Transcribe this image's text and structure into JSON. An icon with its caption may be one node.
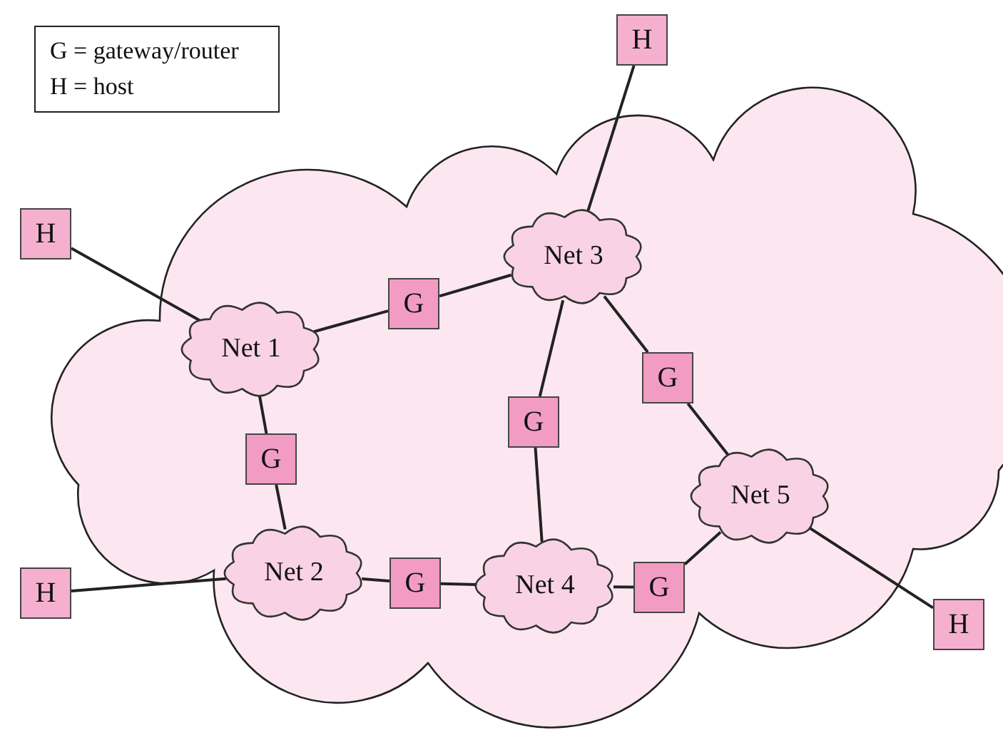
{
  "diagram": {
    "nodes": [
      {
        "text": [
          "H"
        ]
      },
      {
        "text": [
          "H"
        ]
      },
      {
        "text": [
          "Net 3"
        ]
      },
      {
        "text": [
          "G"
        ]
      },
      {
        "text": [
          "Net 1"
        ]
      },
      {
        "text": [
          "G"
        ]
      },
      {
        "text": [
          "G"
        ]
      },
      {
        "text": [
          "G"
        ]
      },
      {
        "text": [
          "Net 5"
        ]
      },
      {
        "text": [
          "Net 2"
        ]
      },
      {
        "text": [
          "H"
        ]
      },
      {
        "text": [
          "G"
        ]
      },
      {
        "text": [
          "Net 4"
        ]
      },
      {
        "text": [
          "G"
        ]
      },
      {
        "text": [
          "H"
        ]
      }
    ],
    "edges": [
      {
        "from": 0,
        "to": 2,
        "arrow": "none"
      },
      {
        "from": 1,
        "to": 4,
        "arrow": "none"
      },
      {
        "from": 4,
        "to": 3,
        "arrow": "none"
      },
      {
        "from": 3,
        "to": 2,
        "arrow": "none"
      },
      {
        "from": 2,
        "to": 6,
        "arrow": "none"
      },
      {
        "from": 2,
        "to": 5,
        "arrow": "none"
      },
      {
        "from": 4,
        "to": 7,
        "arrow": "none"
      },
      {
        "from": 7,
        "to": 9,
        "arrow": "none"
      },
      {
        "from": 6,
        "to": 12,
        "arrow": "none"
      },
      {
        "from": 5,
        "to": 8,
        "arrow": "none"
      },
      {
        "from": 10,
        "to": 9,
        "arrow": "none"
      },
      {
        "from": 9,
        "to": 11,
        "arrow": "none"
      },
      {
        "from": 11,
        "to": 12,
        "arrow": "none"
      },
      {
        "from": 12,
        "to": 13,
        "arrow": "none"
      },
      {
        "from": 13,
        "to": 8,
        "arrow": "none"
      },
      {
        "from": 8,
        "to": 14,
        "arrow": "none"
      }
    ],
    "labels": [
      "G = gateway/router",
      "H = host"
    ]
  }
}
